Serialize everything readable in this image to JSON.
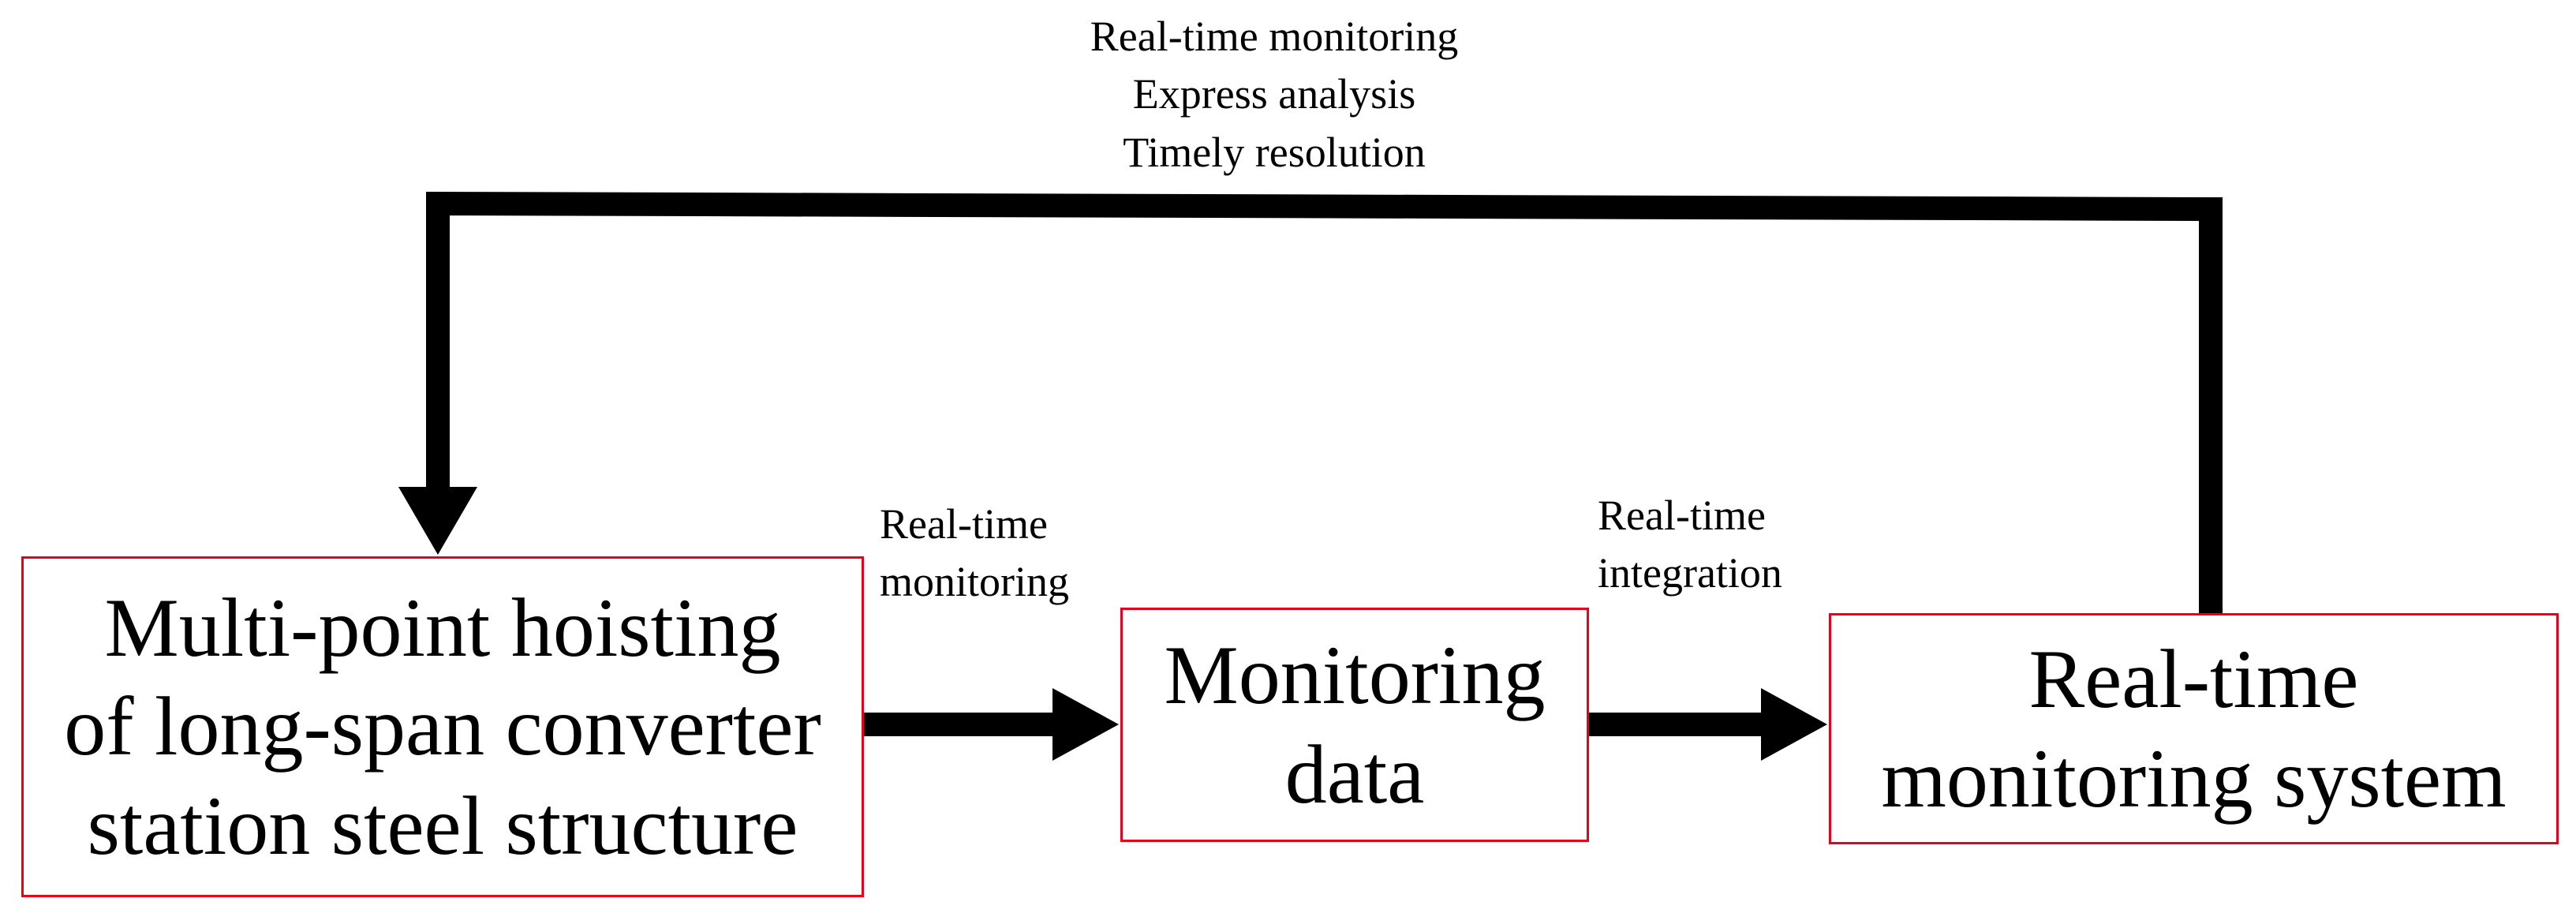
{
  "diagram": {
    "nodes": [
      {
        "id": "hoisting",
        "lines": [
          "Multi-point hoisting",
          "of long-span converter",
          "station steel structure"
        ],
        "border_color": "#e8001c"
      },
      {
        "id": "data",
        "lines": [
          "Monitoring",
          "data"
        ],
        "border_color": "#e8001c"
      },
      {
        "id": "system",
        "lines": [
          "Real-time",
          "monitoring system"
        ],
        "border_color": "#e8001c"
      }
    ],
    "edges": [
      {
        "from": "hoisting",
        "to": "data",
        "label_lines": [
          "Real-time",
          "monitoring"
        ]
      },
      {
        "from": "data",
        "to": "system",
        "label_lines": [
          "Real-time",
          "integration"
        ]
      },
      {
        "from": "system",
        "to": "hoisting",
        "label_lines": [
          "Real-time monitoring",
          "Express analysis",
          "Timely resolution"
        ]
      }
    ],
    "arrow_color": "#000000"
  }
}
